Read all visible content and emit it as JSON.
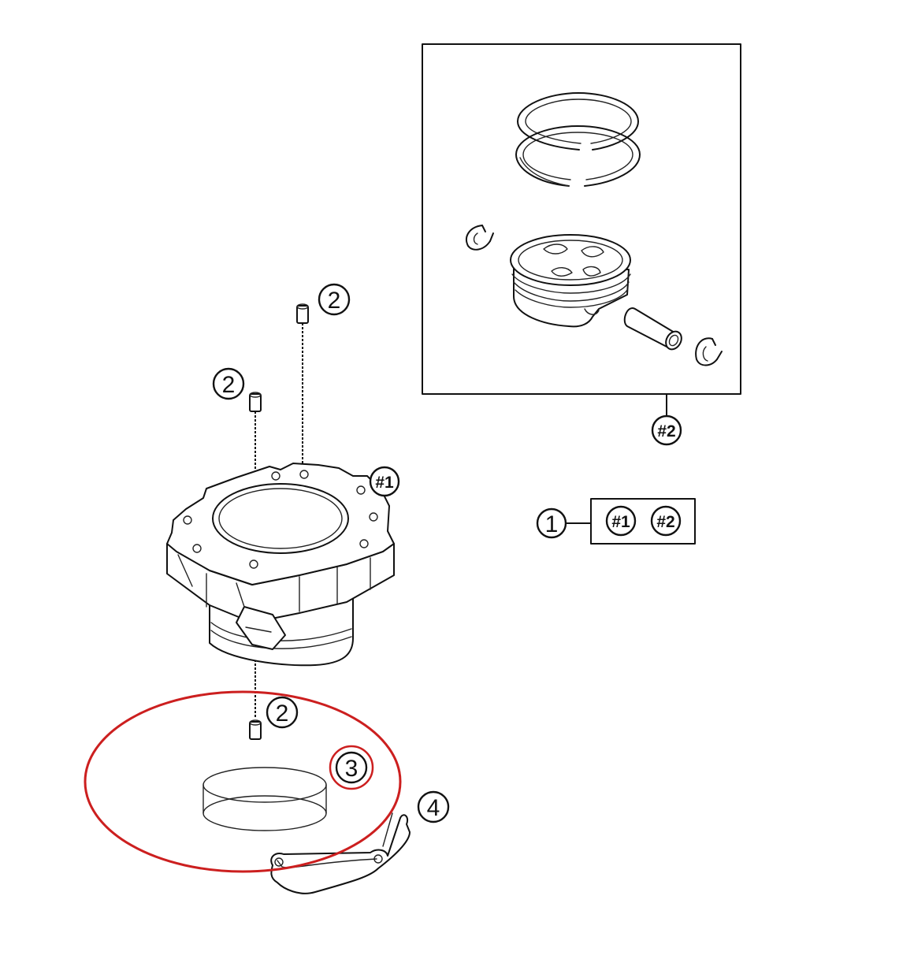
{
  "callouts": {
    "c1": "1",
    "c2_top": "2",
    "c2_mid": "2",
    "c2_low": "2",
    "c3": "3",
    "c4": "4",
    "ref1_cylinder": "#1",
    "ref2_piston": "#2",
    "kit_ref1": "#1",
    "kit_ref2": "#2"
  },
  "colors": {
    "highlight": "#cc1f1f",
    "line": "#111111"
  },
  "icons": {
    "cylinder": "cylinder-drawing",
    "piston": "piston-drawing",
    "rings": "piston-rings-drawing",
    "dowel": "dowel-pin-drawing",
    "o-ring": "o-ring-drawing",
    "gasket": "base-gasket-drawing"
  }
}
